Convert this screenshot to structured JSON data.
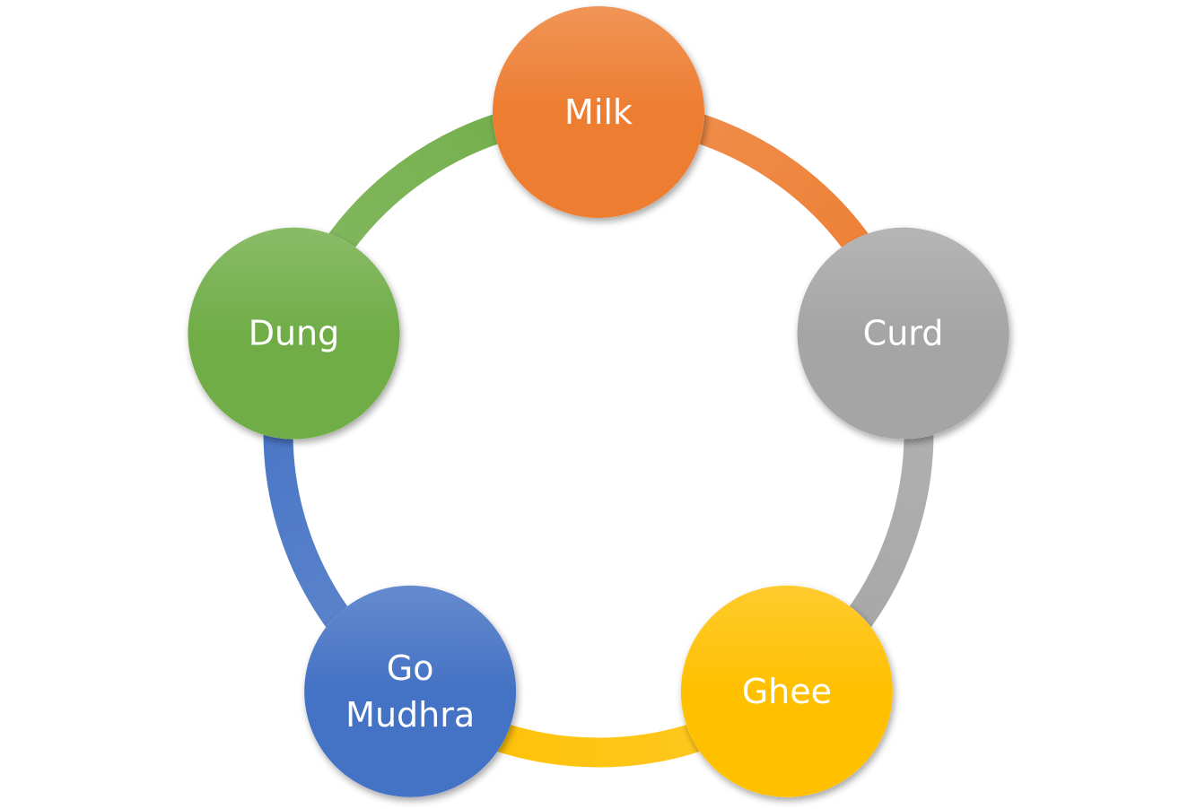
{
  "diagram": {
    "type": "cycle",
    "nodes": [
      {
        "label_lines": [
          "Milk"
        ],
        "color": "#ED7D31"
      },
      {
        "label_lines": [
          "Curd"
        ],
        "color": "#A5A5A5"
      },
      {
        "label_lines": [
          "Ghee"
        ],
        "color": "#FFC000"
      },
      {
        "label_lines": [
          "Go",
          "Mudhra"
        ],
        "color": "#4472C4"
      },
      {
        "label_lines": [
          "Dung"
        ],
        "color": "#70AD47"
      }
    ]
  }
}
